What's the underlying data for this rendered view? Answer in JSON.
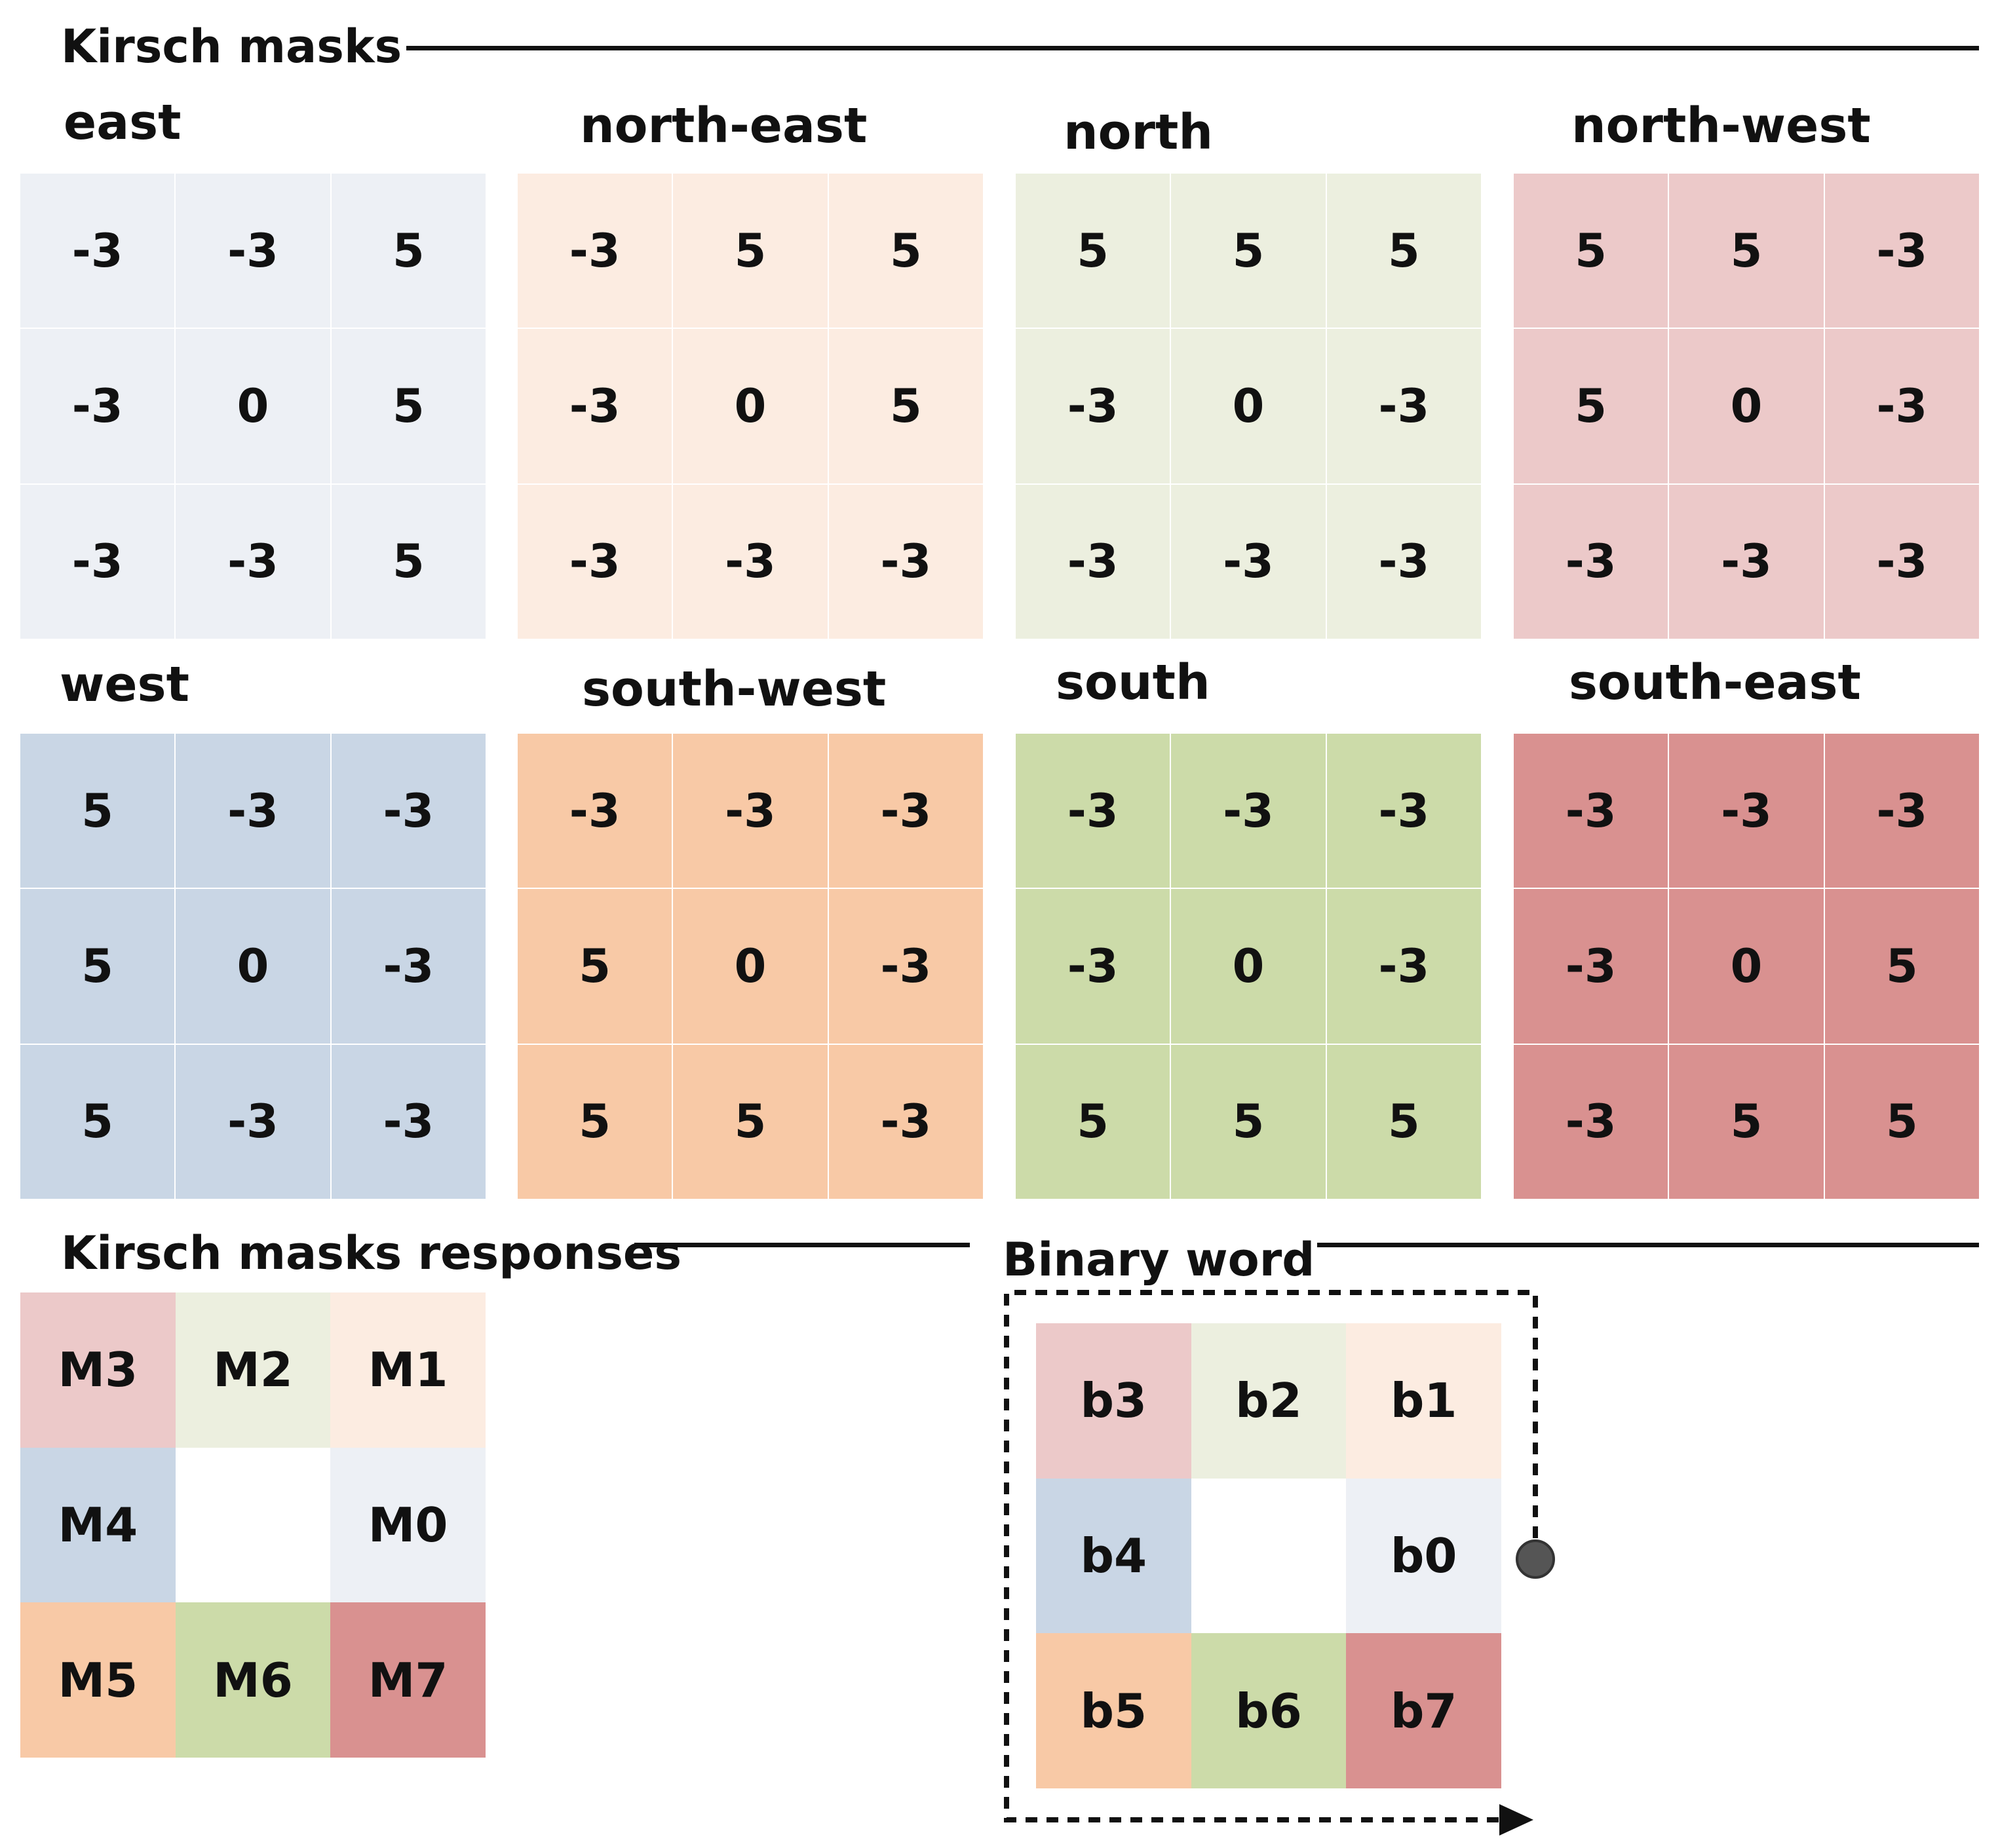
{
  "section_masks": "Kirsch masks",
  "section_responses": "Kirsch masks responses",
  "section_binary": "Binary word",
  "colors": {
    "east": "#edf0f5",
    "north_east": "#fcece1",
    "north": "#ecefdf",
    "north_west": "#ecc9c9",
    "west": "#c9d6e5",
    "south_west": "#f8c9a6",
    "south": "#ccdba9",
    "south_east": "#d99190",
    "empty": "#ffffff"
  },
  "masks": [
    {
      "name": "east",
      "values": [
        "-3",
        "-3",
        "5",
        "-3",
        "0",
        "5",
        "-3",
        "-3",
        "5"
      ]
    },
    {
      "name": "north-east",
      "values": [
        "-3",
        "5",
        "5",
        "-3",
        "0",
        "5",
        "-3",
        "-3",
        "-3"
      ]
    },
    {
      "name": "north",
      "values": [
        "5",
        "5",
        "5",
        "-3",
        "0",
        "-3",
        "-3",
        "-3",
        "-3"
      ]
    },
    {
      "name": "north-west",
      "values": [
        "5",
        "5",
        "-3",
        "5",
        "0",
        "-3",
        "-3",
        "-3",
        "-3"
      ]
    },
    {
      "name": "west",
      "values": [
        "5",
        "-3",
        "-3",
        "5",
        "0",
        "-3",
        "5",
        "-3",
        "-3"
      ]
    },
    {
      "name": "south-west",
      "values": [
        "-3",
        "-3",
        "-3",
        "5",
        "0",
        "-3",
        "5",
        "5",
        "-3"
      ]
    },
    {
      "name": "south",
      "values": [
        "-3",
        "-3",
        "-3",
        "-3",
        "0",
        "-3",
        "5",
        "5",
        "5"
      ]
    },
    {
      "name": "south-east",
      "values": [
        "-3",
        "-3",
        "-3",
        "-3",
        "0",
        "5",
        "-3",
        "5",
        "5"
      ]
    }
  ],
  "responses": [
    "M3",
    "M2",
    "M1",
    "M4",
    "",
    "M0",
    "M5",
    "M6",
    "M7"
  ],
  "binary": [
    "b3",
    "b2",
    "b1",
    "b4",
    "",
    "b0",
    "b5",
    "b6",
    "b7"
  ]
}
